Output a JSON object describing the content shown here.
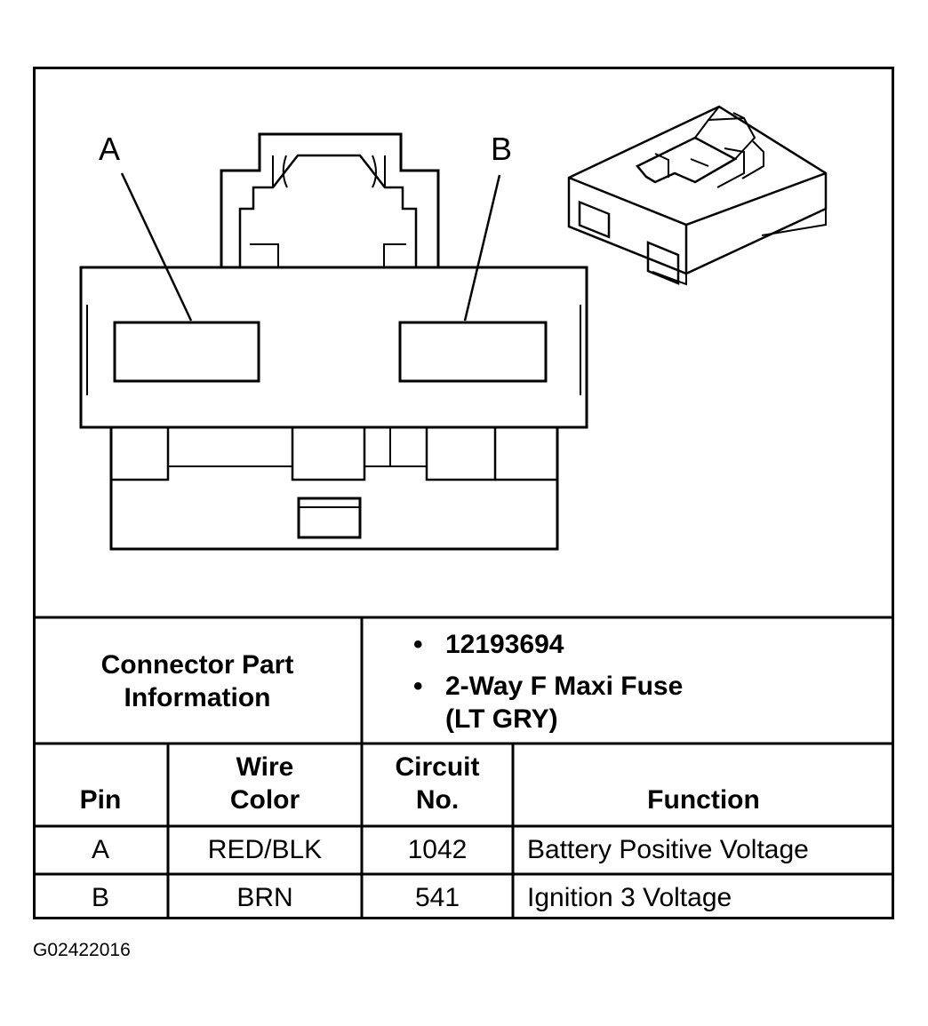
{
  "diagram": {
    "callouts": [
      "A",
      "B"
    ]
  },
  "connector_info": {
    "label_line1": "Connector Part",
    "label_line2": "Information",
    "bullets": [
      {
        "lines": [
          "12193694"
        ]
      },
      {
        "lines": [
          "2-Way F Maxi Fuse",
          "(LT GRY)"
        ]
      }
    ]
  },
  "pin_table": {
    "headers": {
      "pin": "Pin",
      "wire_color": [
        "Wire",
        "Color"
      ],
      "circuit": [
        "Circuit",
        "No."
      ],
      "function": "Function"
    },
    "rows": [
      {
        "pin": "A",
        "wire_color": "RED/BLK",
        "circuit": "1042",
        "function": "Battery Positive Voltage"
      },
      {
        "pin": "B",
        "wire_color": "BRN",
        "circuit": "541",
        "function": "Ignition 3 Voltage"
      }
    ]
  },
  "figure_id": "G02422016"
}
